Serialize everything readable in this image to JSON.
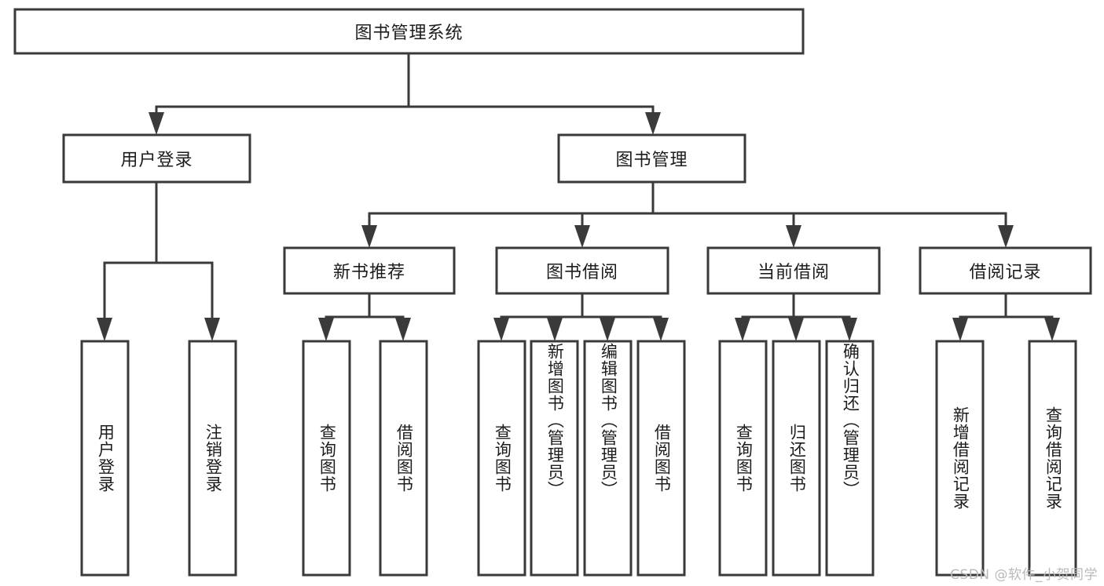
{
  "diagram": {
    "type": "hierarchy-tree",
    "title": "图书管理系统",
    "watermark": "CSDN @软件_小贺同学",
    "root": {
      "label": "图书管理系统",
      "orientation": "horizontal"
    },
    "level2": [
      {
        "label": "用户登录",
        "orientation": "horizontal"
      },
      {
        "label": "图书管理",
        "orientation": "horizontal"
      }
    ],
    "level3": [
      {
        "label": "新书推荐",
        "orientation": "horizontal",
        "parent": "图书管理"
      },
      {
        "label": "图书借阅",
        "orientation": "horizontal",
        "parent": "图书管理"
      },
      {
        "label": "当前借阅",
        "orientation": "horizontal",
        "parent": "图书管理"
      },
      {
        "label": "借阅记录",
        "orientation": "horizontal",
        "parent": "图书管理"
      }
    ],
    "leaves": [
      {
        "label": "用户登录",
        "orientation": "vertical",
        "parent": "用户登录"
      },
      {
        "label": "注销登录",
        "orientation": "vertical",
        "parent": "用户登录"
      },
      {
        "label": "查询图书",
        "orientation": "vertical",
        "parent": "新书推荐"
      },
      {
        "label": "借阅图书",
        "orientation": "vertical",
        "parent": "新书推荐"
      },
      {
        "label": "查询图书",
        "orientation": "vertical",
        "parent": "图书借阅"
      },
      {
        "label": "新增图书（管理员）",
        "orientation": "vertical",
        "parent": "图书借阅"
      },
      {
        "label": "编辑图书（管理员）",
        "orientation": "vertical",
        "parent": "图书借阅"
      },
      {
        "label": "借阅图书",
        "orientation": "vertical",
        "parent": "图书借阅"
      },
      {
        "label": "查询图书",
        "orientation": "vertical",
        "parent": "当前借阅"
      },
      {
        "label": "归还图书",
        "orientation": "vertical",
        "parent": "当前借阅"
      },
      {
        "label": "确认归还（管理员）",
        "orientation": "vertical",
        "parent": "当前借阅"
      },
      {
        "label": "新增借阅记录",
        "orientation": "vertical",
        "parent": "借阅记录"
      },
      {
        "label": "查询借阅记录",
        "orientation": "vertical",
        "parent": "借阅记录"
      }
    ],
    "colors": {
      "box_fill": "#ffffff",
      "box_stroke": "#3a3a3a",
      "connector": "#3a3a3a",
      "text": "#1c1c1c",
      "watermark": "#b9b9b9",
      "background": "#ffffff"
    }
  }
}
